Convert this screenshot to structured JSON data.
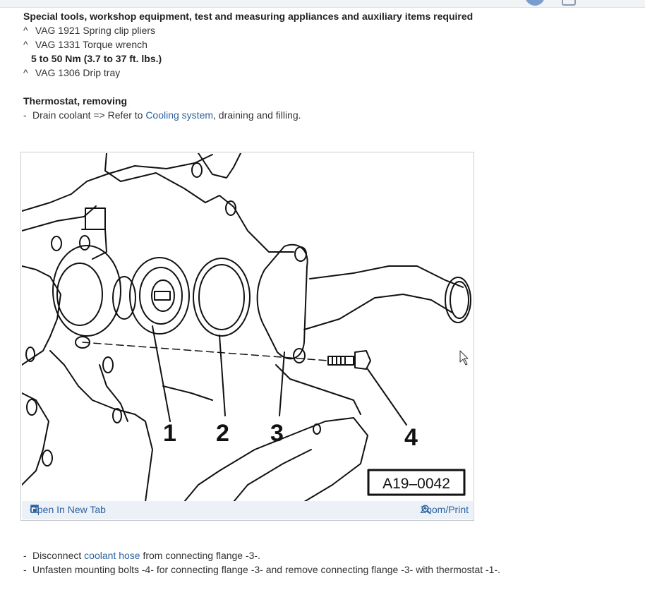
{
  "tools": {
    "heading": "Special tools, workshop equipment, test and measuring appliances and auxiliary items required",
    "items": [
      {
        "marker": "^",
        "text": "VAG 1921 Spring clip pliers"
      },
      {
        "marker": "^",
        "text": "VAG 1331 Torque wrench"
      },
      {
        "marker": "^",
        "text": "VAG 1306 Drip tray"
      }
    ],
    "torque_spec": "5 to 50 Nm (3.7 to 37 ft. lbs.)"
  },
  "section": {
    "heading": "Thermostat, removing",
    "step1": {
      "marker": "-",
      "prefix": "Drain coolant => Refer to ",
      "link": "Cooling system",
      "suffix": ", draining and filling."
    }
  },
  "figure": {
    "callouts": [
      "1",
      "2",
      "3",
      "4"
    ],
    "code": "A19–0042",
    "open_label": "Open In New Tab",
    "zoom_label": "Zoom/Print"
  },
  "steps": [
    {
      "marker": "-",
      "prefix": "Disconnect ",
      "link": "coolant hose",
      "suffix": " from connecting flange -3-."
    },
    {
      "marker": "-",
      "prefix": "Unfasten mounting bolts -4- for connecting flange -3- and remove connecting flange -3- with thermostat -1-.",
      "link": "",
      "suffix": ""
    }
  ]
}
